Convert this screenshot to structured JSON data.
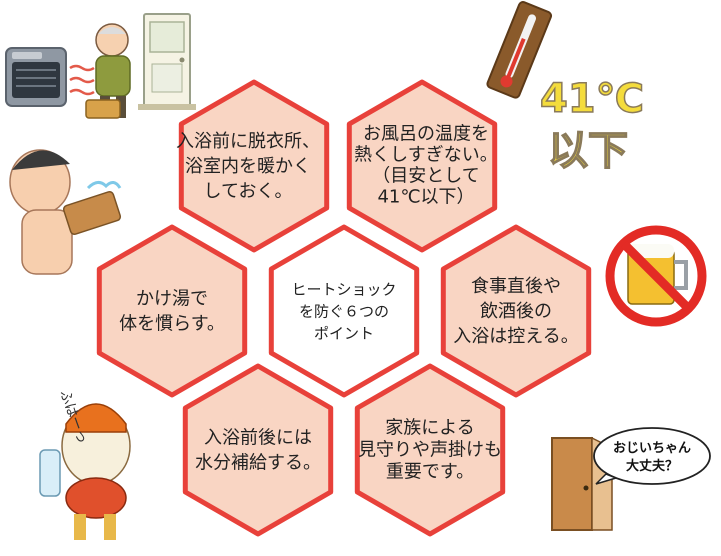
{
  "diagram": {
    "center": {
      "lines": [
        "ヒートショック",
        "を防ぐ６つの",
        "ポイント"
      ]
    },
    "points": [
      {
        "id": "warm-room",
        "lines": [
          "入浴前に脱衣所、",
          "浴室内を暖かく",
          "しておく。"
        ]
      },
      {
        "id": "water-temp",
        "lines": [
          "お風呂の温度を",
          "熱くしすぎない。",
          "（目安として",
          "41℃以下）"
        ]
      },
      {
        "id": "kakeyu",
        "lines": [
          "かけ湯で",
          "体を慣らす。"
        ]
      },
      {
        "id": "after-meal",
        "lines": [
          "食事直後や",
          "飲酒後の",
          "入浴は控える。"
        ]
      },
      {
        "id": "hydrate",
        "lines": [
          "入浴前後には",
          "水分補給する。"
        ]
      },
      {
        "id": "family",
        "lines": [
          "家族による",
          "見守りや声掛けも",
          "重要です。"
        ]
      }
    ]
  },
  "decorations": {
    "temperature_lines": [
      "41℃",
      "以下"
    ],
    "speech_bubble_lines": [
      "おじいちゃん",
      "大丈夫？"
    ],
    "sound_effect": "ふはーっ"
  },
  "colors": {
    "hex_fill": "#f9d5c3",
    "hex_stroke": "#e8413a",
    "center_fill": "#ffffff",
    "temp_text": "#f4dc3c"
  },
  "icons": [
    "heater-icon",
    "grandpa-icon",
    "door-icon",
    "thermometer-icon",
    "no-beer-icon",
    "bathing-man-icon",
    "mascot-drinking-icon",
    "door-open-icon"
  ]
}
